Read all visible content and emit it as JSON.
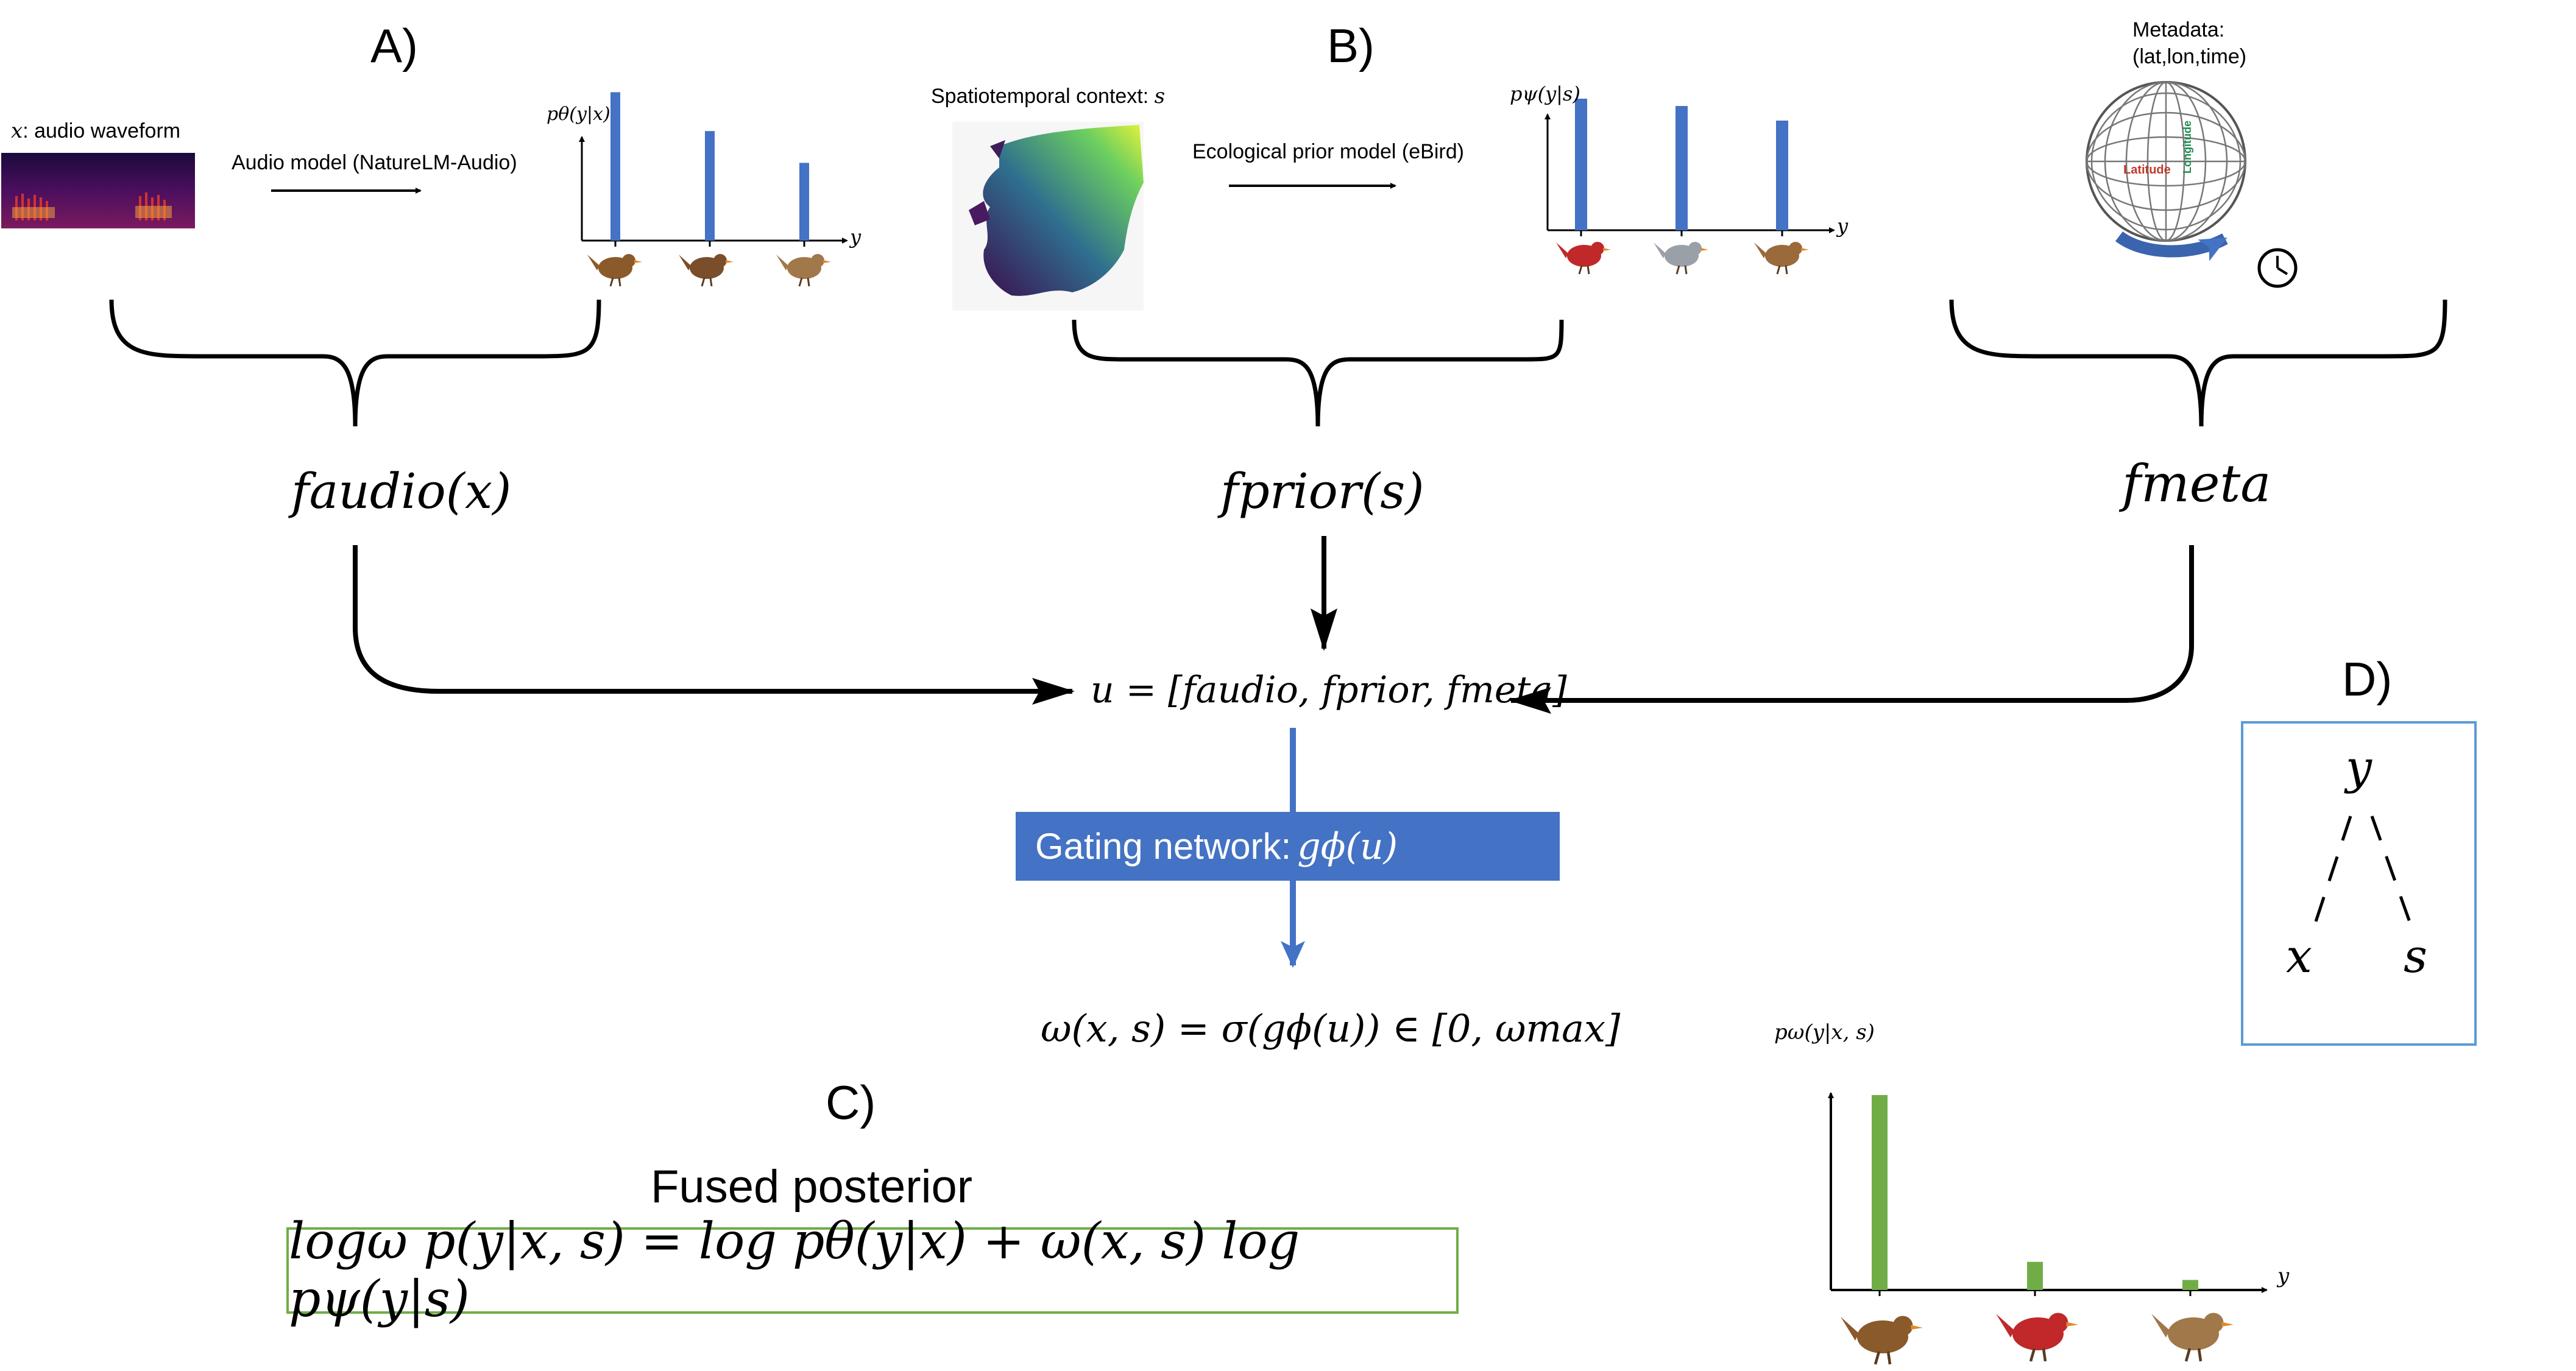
{
  "panels": {
    "a": "A)",
    "b": "B)",
    "c": "C)",
    "d": "D)"
  },
  "audio": {
    "input_caption_var": "x",
    "input_caption_text": ": audio waveform",
    "model_label": "Audio model (NatureLM-Audio)",
    "chart_ylabel": "pθ(y|x)",
    "chart_xlabel": "y",
    "feature": "faudio(x)"
  },
  "prior": {
    "context_label": "Spatiotemporal context: ",
    "context_var": "s",
    "model_label": "Ecological prior model (eBird)",
    "chart_ylabel": "pψ(y|s)",
    "chart_xlabel": "y",
    "feature": "fprior(s)"
  },
  "meta": {
    "title_line1": "Metadata:",
    "title_line2": "(lat,lon,time)",
    "globe_lat": "Latitude",
    "globe_lon": "Longitude",
    "feature": "fmeta"
  },
  "fusion": {
    "concat": "u = [faudio, fprior, fmeta]",
    "gating_label": "Gating network: ",
    "gating_fn": "gϕ(u)",
    "omega": "ω(x, s) = σ(gϕ(u)) ∈ [0, ωmax]"
  },
  "posterior": {
    "title": "Fused posterior",
    "equation": "logω p(y|x, s) = log pθ(y|x) + ω(x, s) log pψ(y|s)",
    "chart_ylabel": "pω(y|x, s)",
    "chart_xlabel": "y"
  },
  "graph": {
    "node_y": "y",
    "node_x": "x",
    "node_s": "s"
  },
  "colors": {
    "bar_blue": "#4472c4",
    "bar_green": "#70ad47",
    "box_blue": "#5b9bd5",
    "box_green": "#70ad47"
  },
  "chart_data": [
    {
      "type": "bar",
      "name": "audio",
      "categories": [
        "bird 1",
        "bird 2",
        "bird 3"
      ],
      "values": [
        0.42,
        0.31,
        0.22
      ],
      "ylim": [
        0,
        0.5
      ]
    },
    {
      "type": "bar",
      "name": "prior",
      "categories": [
        "bird 1",
        "bird 2",
        "bird 3"
      ],
      "values": [
        0.36,
        0.34,
        0.3
      ],
      "ylim": [
        0,
        0.5
      ]
    },
    {
      "type": "bar",
      "name": "posterior",
      "categories": [
        "bird 1",
        "bird 2",
        "bird 3"
      ],
      "values": [
        0.97,
        0.14,
        0.05
      ],
      "ylim": [
        0,
        1.0
      ]
    }
  ]
}
